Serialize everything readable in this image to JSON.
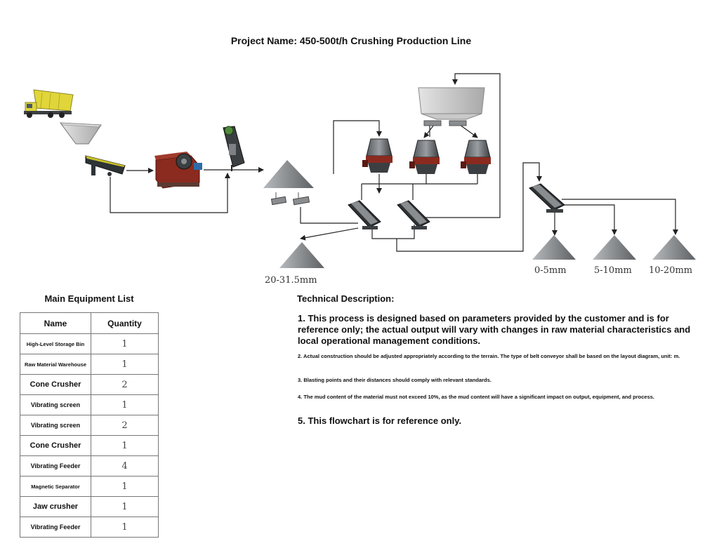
{
  "title": "Project Name: 450-500t/h Crushing Production Line",
  "piles": {
    "coarse": "20-31.5mm",
    "fine": "0-5mm",
    "medium": "5-10mm",
    "large": "10-20mm"
  },
  "equipment": {
    "title": "Main Equipment List",
    "headers": {
      "name": "Name",
      "qty": "Quantity"
    },
    "rows": [
      {
        "name": "High-Level Storage Bin",
        "qty": "1"
      },
      {
        "name": "Raw Material Warehouse",
        "qty": "1"
      },
      {
        "name": "Cone Crusher",
        "qty": "2"
      },
      {
        "name": "Vibrating screen",
        "qty": "1"
      },
      {
        "name": "Vibrating screen",
        "qty": "2"
      },
      {
        "name": "Cone Crusher",
        "qty": "1"
      },
      {
        "name": "Vibrating Feeder",
        "qty": "4"
      },
      {
        "name": "Magnetic Separator",
        "qty": "1"
      },
      {
        "name": "Jaw crusher",
        "qty": "1"
      },
      {
        "name": "Vibrating Feeder",
        "qty": "1"
      }
    ]
  },
  "technical": {
    "title": "Technical Description:",
    "items": [
      "1. This process is designed based on parameters provided by the customer and is for reference only; the actual output will vary with changes in raw material characteristics and local operational management conditions.",
      "2. Actual construction should be adjusted appropriately according to the terrain. The type of belt conveyor shall be based on the layout diagram, unit: m.",
      "3. Blasting points and their distances should comply with relevant standards.",
      "4. The mud content of the material must not exceed 10%, as the mud content will have a significant impact on output, equipment, and process.",
      "5. This flowchart is for reference only."
    ]
  },
  "colors": {
    "truck": "#e0d63a",
    "machine_dark": "#2e3336",
    "crusher_red": "#8b2a1f",
    "motor_blue": "#2d6ca8",
    "pile": "#8a8d90",
    "line": "#222222"
  }
}
